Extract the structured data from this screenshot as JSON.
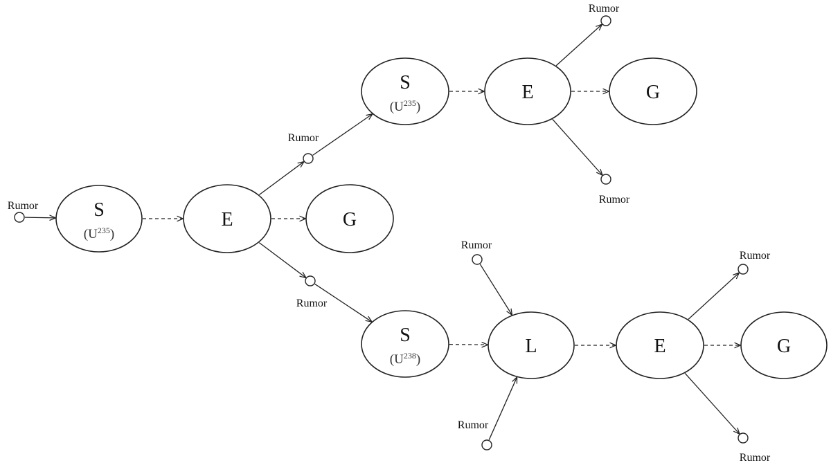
{
  "nodes": {
    "s1": {
      "label": "S",
      "sub_base": "U",
      "sub_sup": "235",
      "sub_open": "(",
      "sub_close": ")"
    },
    "e1": {
      "label": "E"
    },
    "g1": {
      "label": "G"
    },
    "s2": {
      "label": "S",
      "sub_base": "U",
      "sub_sup": "235",
      "sub_open": "(",
      "sub_close": ")"
    },
    "e2": {
      "label": "E"
    },
    "g2": {
      "label": "G"
    },
    "s3": {
      "label": "S",
      "sub_base": "U",
      "sub_sup": "238",
      "sub_open": "(",
      "sub_close": ")"
    },
    "l1": {
      "label": "L"
    },
    "e3": {
      "label": "E"
    },
    "g3": {
      "label": "G"
    }
  },
  "rumors": {
    "r_input": "Rumor",
    "r_e1_up": "Rumor",
    "r_e1_down": "Rumor",
    "r_e2_up": "Rumor",
    "r_e2_down": "Rumor",
    "r_l_top": "Rumor",
    "r_l_bottom": "Rumor",
    "r_e3_up": "Rumor",
    "r_e3_down": "Rumor"
  },
  "edges": [
    {
      "from": "r_input",
      "to": "s1",
      "style": "solid"
    },
    {
      "from": "s1",
      "to": "e1",
      "style": "dashed"
    },
    {
      "from": "e1",
      "to": "g1",
      "style": "dashed"
    },
    {
      "from": "e1",
      "to": "r_e1_up",
      "style": "solid"
    },
    {
      "from": "r_e1_up",
      "to": "s2",
      "style": "solid"
    },
    {
      "from": "e1",
      "to": "r_e1_down",
      "style": "solid"
    },
    {
      "from": "r_e1_down",
      "to": "s3",
      "style": "solid"
    },
    {
      "from": "s2",
      "to": "e2",
      "style": "dashed"
    },
    {
      "from": "e2",
      "to": "g2",
      "style": "dashed"
    },
    {
      "from": "e2",
      "to": "r_e2_up",
      "style": "solid"
    },
    {
      "from": "e2",
      "to": "r_e2_down",
      "style": "solid"
    },
    {
      "from": "s3",
      "to": "l1",
      "style": "dashed"
    },
    {
      "from": "r_l_top",
      "to": "l1",
      "style": "solid"
    },
    {
      "from": "r_l_bottom",
      "to": "l1",
      "style": "solid"
    },
    {
      "from": "l1",
      "to": "e3",
      "style": "dashed"
    },
    {
      "from": "e3",
      "to": "g3",
      "style": "dashed"
    },
    {
      "from": "e3",
      "to": "r_e3_up",
      "style": "solid"
    },
    {
      "from": "e3",
      "to": "r_e3_down",
      "style": "solid"
    }
  ]
}
